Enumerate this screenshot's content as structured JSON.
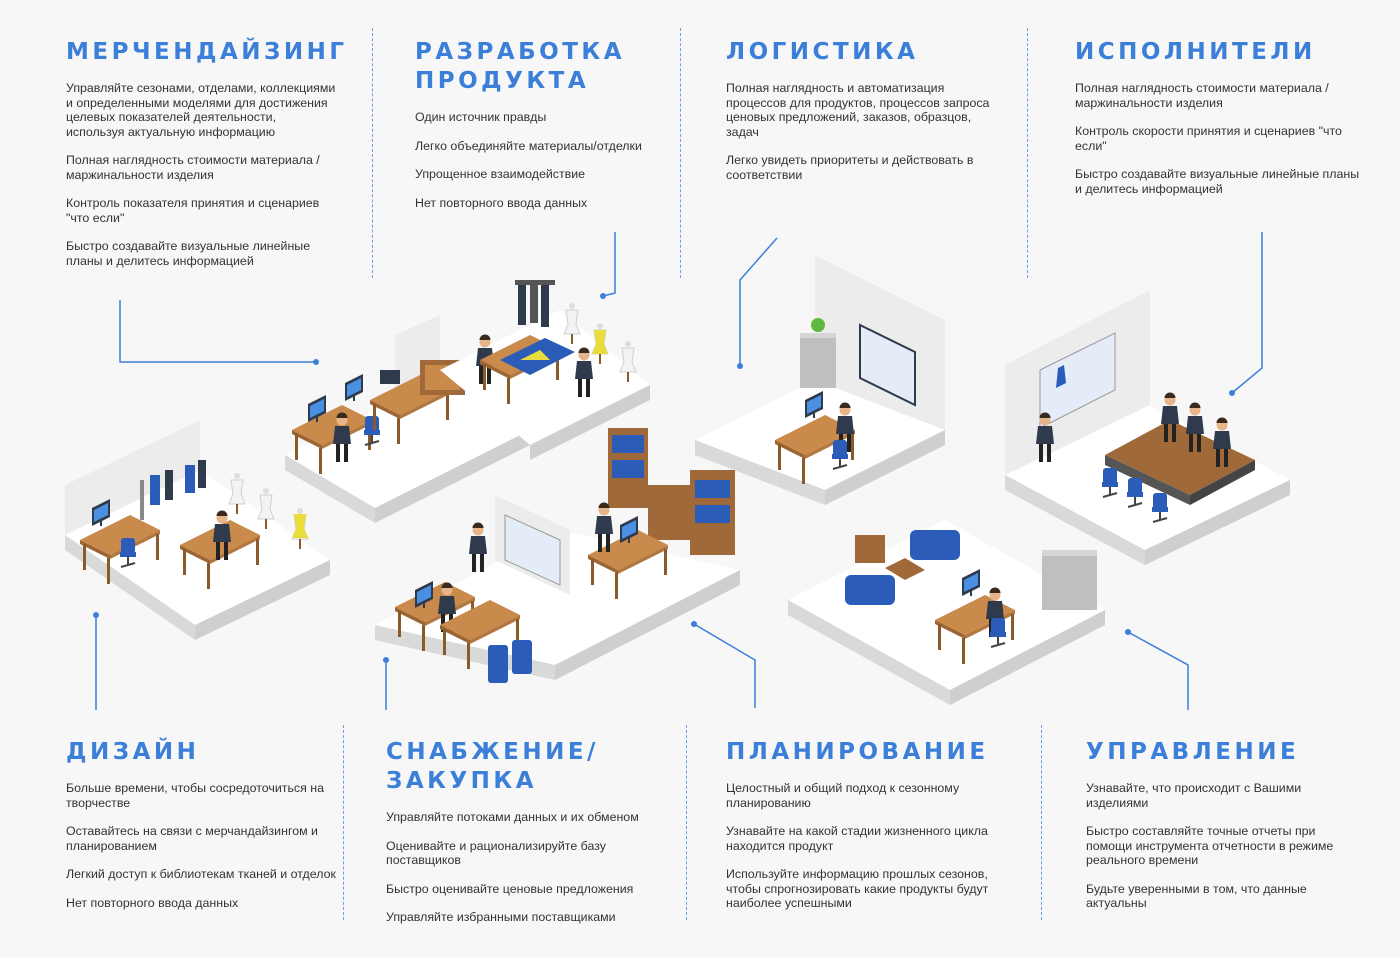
{
  "colors": {
    "accent": "#3b7fd9",
    "text": "#333333",
    "background": "#f7f7f7"
  },
  "sections": {
    "merch": {
      "title": "МЕРЧЕНДАЙЗИНГ",
      "items": [
        "Управляйте сезонами, отделами, коллекциями и определенными моделями для достижения целевых показателей деятельности, используя актуальную информацию",
        "Полная наглядность стоимости материала / маржинальности изделия",
        "Контроль показателя принятия и сценариев \"что если\"",
        "Быстро создавайте визуальные линейные планы и делитесь информацией"
      ]
    },
    "product": {
      "title": "РАЗРАБОТКА ПРОДУКТА",
      "items": [
        "Один источник правды",
        "Легко объединяйте материалы/отделки",
        "Упрощенное взаимодействие",
        "Нет повторного ввода данных"
      ]
    },
    "logistics": {
      "title": "ЛОГИСТИКА",
      "items": [
        "Полная наглядность и автоматизация процессов для продуктов, процессов запроса ценовых предложений, заказов, образцов, задач",
        "Легко увидеть приоритеты и действовать в соответствии"
      ]
    },
    "performers": {
      "title": "ИСПОЛНИТЕЛИ",
      "items": [
        "Полная наглядность стоимости материала / маржинальности изделия",
        "Контроль скорости принятия и сценариев \"что если\"",
        "Быстро создавайте визуальные линейные планы и делитесь информацией"
      ]
    },
    "design": {
      "title": "ДИЗАЙН",
      "items": [
        "Больше времени, чтобы сосредоточиться на творчестве",
        "Оставайтесь на связи с мерчандайзингом и планированием",
        "Легкий доступ к библиотекам тканей и отделок",
        "Нет повторного ввода данных"
      ]
    },
    "supply": {
      "title": "СНАБЖЕНИЕ/ ЗАКУПКА",
      "items": [
        "Управляйте потоками данных и их обменом",
        "Оценивайте и рационализируйте базу поставщиков",
        "Быстро оценивайте ценовые предложения",
        "Управляйте избранными поставщиками"
      ]
    },
    "planning": {
      "title": "ПЛАНИРОВАНИЕ",
      "items": [
        "Целостный и общий подход к сезонному планированию",
        "Узнавайте на какой стадии жизненного цикла находится продукт",
        "Используйте информацию прошлых сезонов, чтобы спрогнозировать какие продукты будут наиболее успешными"
      ]
    },
    "management": {
      "title": "УПРАВЛЕНИЕ",
      "items": [
        "Узнавайте, что происходит с Вашими изделиями",
        "Быстро составляйте точные отчеты при помощи инструмента отчетности в режиме реального времени",
        "Будьте уверенными в том, что данные актуальны"
      ]
    }
  }
}
